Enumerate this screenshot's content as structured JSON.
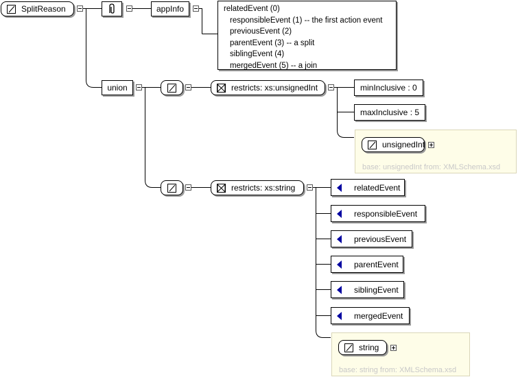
{
  "root": {
    "label": "SplitReason"
  },
  "annotation": {
    "icon": "annotation-pin-icon",
    "appinfo_label": "appInfo",
    "lines": [
      "relatedEvent (0)",
      "responsibleEvent (1) -- the first action event",
      "previousEvent (2)",
      "parentEvent (3) -- a split",
      "siblingEvent (4)",
      "mergedEvent (5) -- a join"
    ]
  },
  "union": {
    "label": "union"
  },
  "int_branch": {
    "restriction_label": "restricts: xs:unsignedInt",
    "facets": [
      "minInclusive : 0",
      "maxInclusive : 5"
    ],
    "base_type": "unsignedInt",
    "base_note": "base: unsignedInt from: XMLSchema.xsd"
  },
  "string_branch": {
    "restriction_label": "restricts: xs:string",
    "enumerations": [
      "relatedEvent",
      "responsibleEvent",
      "previousEvent",
      "parentEvent",
      "siblingEvent",
      "mergedEvent"
    ],
    "base_type": "string",
    "base_note": "base: string from: XMLSchema.xsd"
  },
  "colors": {
    "enum_marker": "#0000a0",
    "base_box_bg": "#fefde8",
    "shadow": "#9a9a9a"
  }
}
